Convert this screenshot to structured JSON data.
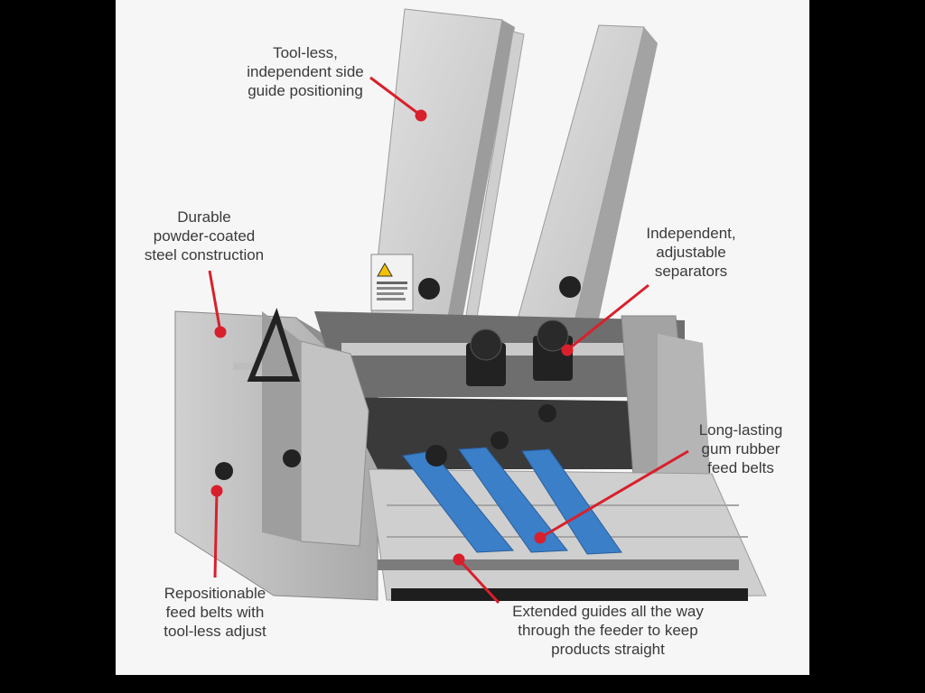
{
  "callouts": {
    "side_guides": [
      "Tool-less,",
      "independent side",
      "guide positioning"
    ],
    "steel": [
      "Durable",
      "powder-coated",
      "steel construction"
    ],
    "separators": [
      "Independent,",
      "adjustable",
      "separators"
    ],
    "belts": [
      "Long-lasting",
      "gum rubber",
      "feed belts"
    ],
    "reposition": [
      "Repositionable",
      "feed belts with",
      "tool-less adjust"
    ],
    "extended": [
      "Extended guides all the way",
      "through the feeder to keep",
      "products straight"
    ]
  },
  "colors": {
    "leader": "#d8202c",
    "belt": "#3a7fc8",
    "steel": "#b9b9b9",
    "background": "#f6f6f6"
  },
  "icons": {
    "warning_label": "warning-triangle-icon"
  }
}
